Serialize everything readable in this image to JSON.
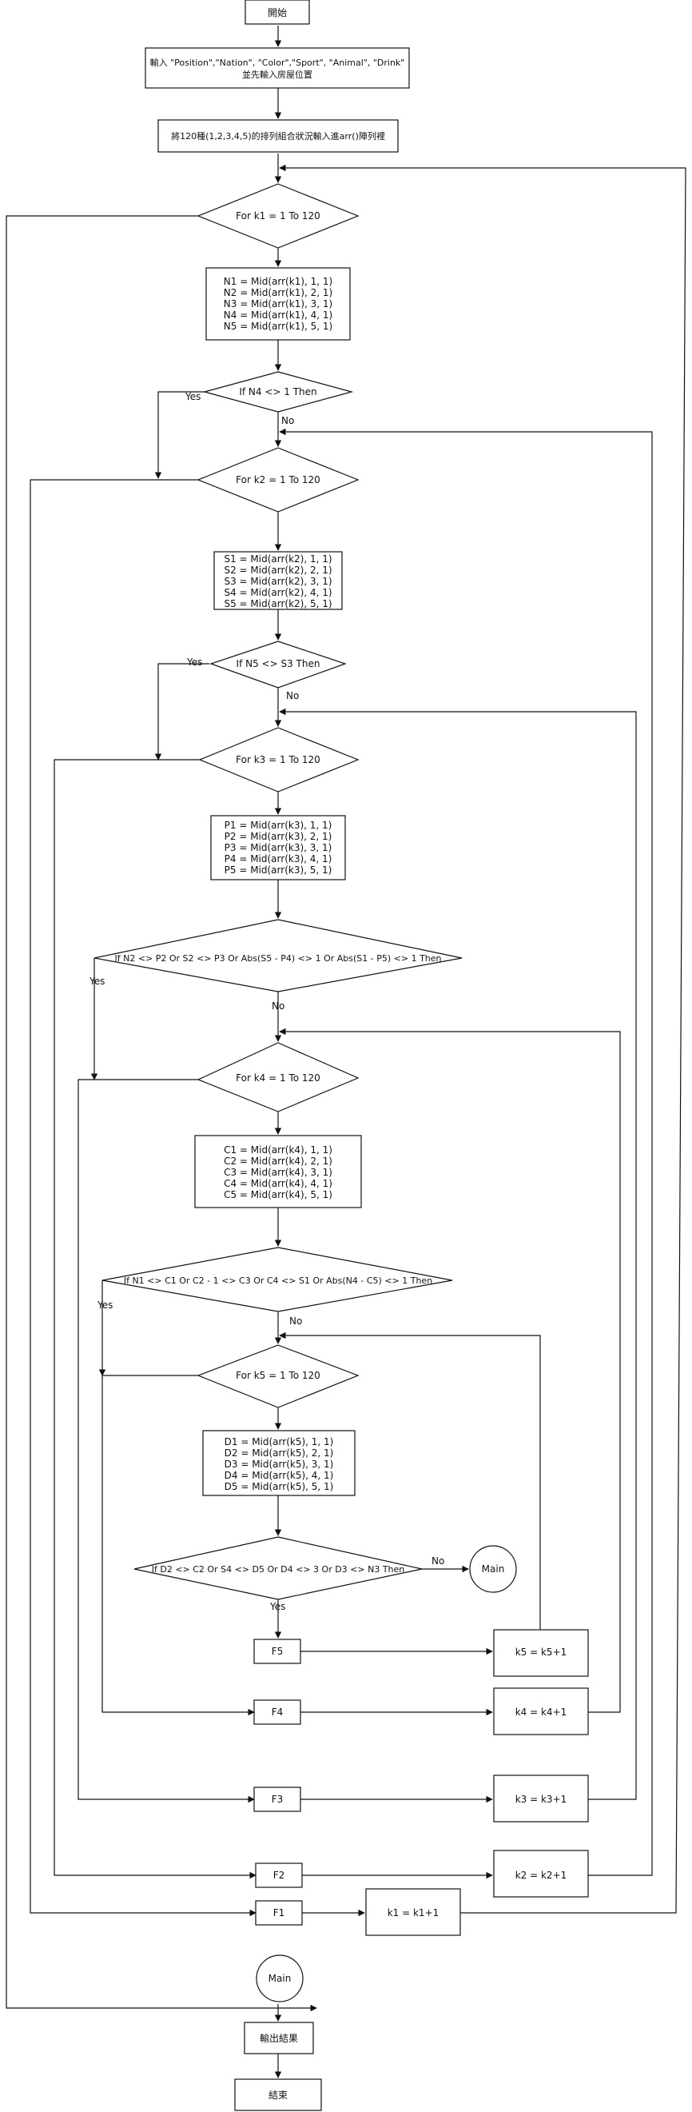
{
  "nodes": {
    "start": "開始",
    "input_line1": "輸入 \"Position\",\"Nation\", \"Color\",\"Sport\", \"Animal\", \"Drink\"",
    "input_line2": "並先輸入房屋位置",
    "load_arr": "將120種(1,2,3,4,5)的排列組合狀況輸入進arr()陣列裡",
    "for_k1": "For k1 = 1 To 120",
    "n_block": [
      "N1 = Mid(arr(k1), 1, 1)",
      "N2 = Mid(arr(k1), 2, 1)",
      "N3 = Mid(arr(k1), 3, 1)",
      "N4 = Mid(arr(k1), 4, 1)",
      "N5 = Mid(arr(k1), 5, 1)"
    ],
    "if_n4": "If N4 <> 1 Then",
    "for_k2": "For k2 = 1 To 120",
    "s_block": [
      "S1 = Mid(arr(k2), 1, 1)",
      "S2 = Mid(arr(k2), 2, 1)",
      "S3 = Mid(arr(k2), 3, 1)",
      "S4 = Mid(arr(k2), 4, 1)",
      "S5 = Mid(arr(k2), 5, 1)"
    ],
    "if_n5": "If N5 <> S3 Then",
    "for_k3": "For k3 = 1 To 120",
    "p_block": [
      "P1 = Mid(arr(k3), 1, 1)",
      "P2 = Mid(arr(k3), 2, 1)",
      "P3 = Mid(arr(k3), 3, 1)",
      "P4 = Mid(arr(k3), 4, 1)",
      "P5 = Mid(arr(k3), 5, 1)"
    ],
    "if_p": "If N2 <> P2 Or S2 <> P3 Or Abs(S5 - P4) <> 1 Or Abs(S1 - P5) <> 1 Then",
    "for_k4": "For k4 = 1 To 120",
    "c_block": [
      "C1 = Mid(arr(k4), 1, 1)",
      "C2 = Mid(arr(k4), 2, 1)",
      "C3 = Mid(arr(k4), 3, 1)",
      "C4 = Mid(arr(k4), 4, 1)",
      "C5 = Mid(arr(k4), 5, 1)"
    ],
    "if_c": "If N1 <> C1 Or C2 - 1 <> C3 Or C4 <> S1 Or Abs(N4 - C5) <> 1 Then",
    "for_k5": "For k5 = 1 To 120",
    "d_block": [
      "D1 = Mid(arr(k5), 1, 1)",
      "D2 = Mid(arr(k5), 2, 1)",
      "D3 = Mid(arr(k5), 3, 1)",
      "D4 = Mid(arr(k5), 4, 1)",
      "D5 = Mid(arr(k5), 5, 1)"
    ],
    "if_d": "If D2 <> C2 Or S4 <> D5 Or D4 <> 3 Or D3 <> N3 Then",
    "main": "Main",
    "f5": "F5",
    "f4": "F4",
    "f3": "F3",
    "f2": "F2",
    "f1": "F1",
    "k5_inc": "k5 = k5+1",
    "k4_inc": "k4 = k4+1",
    "k3_inc": "k3 = k3+1",
    "k2_inc": "k2 = k2+1",
    "k1_inc": "k1 = k1+1",
    "output": "輸出結果",
    "end": "結束"
  },
  "edge_labels": {
    "yes": "Yes",
    "no": "No"
  }
}
